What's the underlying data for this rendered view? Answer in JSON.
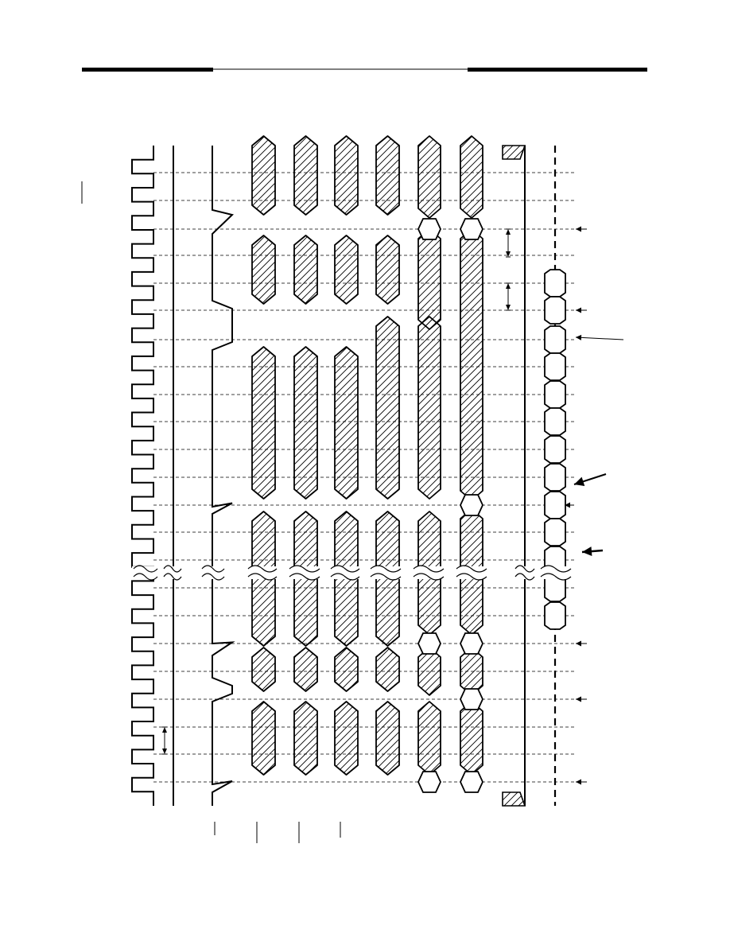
{
  "colors": {
    "ink": "#000000",
    "background": "#ffffff",
    "guide": "#000000"
  },
  "diagram": {
    "type": "timing-diagram",
    "orientation": "rotated-90",
    "signal_lane_count": 11,
    "clock_half_periods": 47,
    "time_break_present": true,
    "lanes": [
      {
        "kind": "clock"
      },
      {
        "kind": "level"
      },
      {
        "kind": "strobe"
      },
      {
        "kind": "bus"
      },
      {
        "kind": "bus"
      },
      {
        "kind": "bus"
      },
      {
        "kind": "bus"
      },
      {
        "kind": "bus"
      },
      {
        "kind": "bus"
      },
      {
        "kind": "level"
      },
      {
        "kind": "dashed"
      }
    ]
  }
}
